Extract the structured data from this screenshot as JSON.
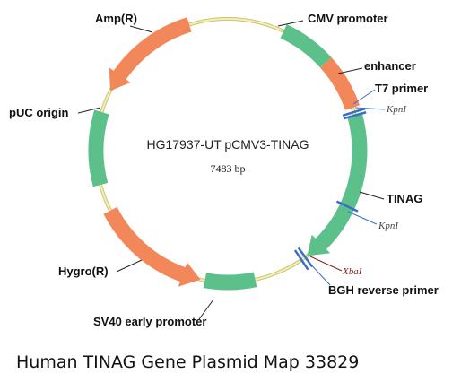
{
  "plasmid": {
    "name": "HG17937-UT pCMV3-TINAG",
    "size_label": "7483 bp",
    "backbone_color": "#f3f0b0",
    "backbone_stroke": "#c9c27a"
  },
  "features": [
    {
      "id": "cmv-promoter",
      "label": "CMV promoter",
      "type": "block",
      "color": "#5cc08a",
      "start": 25,
      "end": 48
    },
    {
      "id": "enhancer",
      "label": "enhancer",
      "type": "block",
      "color": "#f2875a",
      "start": 48,
      "end": 71
    },
    {
      "id": "tinag",
      "label": "TINAG",
      "type": "arrow-cw",
      "color": "#5cc08a",
      "start": 74,
      "end": 143
    },
    {
      "id": "sv40-early-promoter",
      "label": "SV40 early promoter",
      "type": "block",
      "color": "#5cc08a",
      "start": 168,
      "end": 190
    },
    {
      "id": "hygro-r",
      "label": "Hygro(R)",
      "type": "arrow-ccw",
      "color": "#f2875a",
      "start": 192,
      "end": 243
    },
    {
      "id": "puc-origin",
      "label": "pUC origin",
      "type": "block",
      "color": "#5cc08a",
      "start": 255,
      "end": 287
    },
    {
      "id": "amp-r",
      "label": "Amp(R)",
      "type": "arrow-ccw",
      "color": "#f2875a",
      "start": 297,
      "end": 343
    }
  ],
  "sites": [
    {
      "id": "t7-primer",
      "label": "T7 primer",
      "angle": 73,
      "color": "#3a6fc4"
    },
    {
      "id": "kpni-1",
      "label": "KpnI",
      "angle": 74.5,
      "color": "#3a6fc4"
    },
    {
      "id": "kpni-2",
      "label": "KpnI",
      "angle": 115,
      "color": "#3a6fc4"
    },
    {
      "id": "bgh-reverse-primer",
      "label": "BGH reverse primer",
      "angle": 144,
      "color": "#3a6fc4"
    },
    {
      "id": "xbai",
      "label": "XbaI",
      "angle": 146,
      "color": "#3a6fc4"
    }
  ],
  "caption": "Human TINAG Gene Plasmid Map 33829"
}
